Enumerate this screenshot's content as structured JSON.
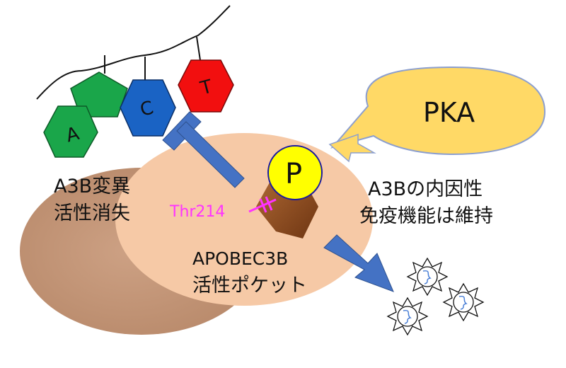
{
  "bases": [
    {
      "letter": "A",
      "color": "#1aa64a"
    },
    {
      "letter": "C",
      "color": "#1a63c4"
    },
    {
      "letter": "T",
      "color": "#f20f0f"
    }
  ],
  "phosphate": {
    "letter": "P",
    "color": "#ffff00"
  },
  "kinase": {
    "label": "PKA",
    "color": "#ffd966"
  },
  "residue": {
    "label": "Thr214",
    "color": "#ff33ff"
  },
  "labels": {
    "mutation_line1": "A3B変異",
    "mutation_line2": "活性消失",
    "pocket_line1": "APOBEC3B",
    "pocket_line2": "活性ポケット",
    "immunity_line1": "A3Bの内因性",
    "immunity_line2": "免疫機能は維持"
  },
  "colors": {
    "outer_ellipse": "#c49a78",
    "inner_ellipse": "#f6c9a6",
    "pocket": "#8a4a1e",
    "arrow": "#4472c4"
  },
  "virions": {
    "count": 3,
    "icon": "virus-icon"
  }
}
